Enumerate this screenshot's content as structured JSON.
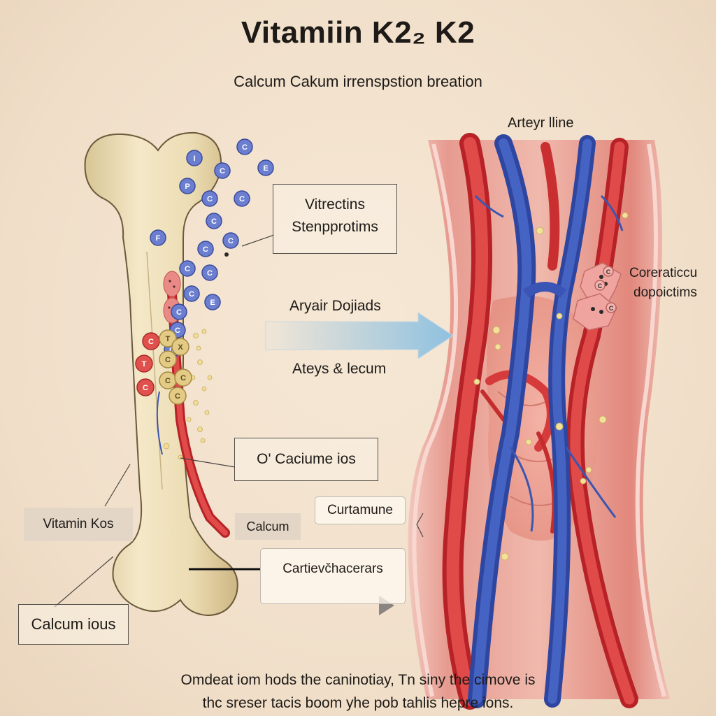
{
  "title": "Vitamiin K2₂ K2",
  "subtitle": "Calcum Cakum irrenspstion breation",
  "labels": {
    "artery_line": "Arteyr lline",
    "vitrectins": "Vitrectins",
    "stenpprotims": "Stenpprotims",
    "aryair_dojiads": "Aryair Dojiads",
    "ateys_lecum": "Ateys & lecum",
    "coreraticcu": "Coreraticcu",
    "dopoictims": "dopoictims",
    "caciume_ios": "O' Caciume ios",
    "curtamune": "Curtamune",
    "vitamin_kos": "Vitamin Kos",
    "calcum": "Calcum",
    "cartievchacerars": "Cartievčhacerars",
    "calcum_ious": "Calcum ious"
  },
  "caption": {
    "line1": "Omdeat iom hods the caninotiay, Tn siny the cimove is",
    "line2": "thc sreser tacis boom yhe pob tahlis hepre ions."
  },
  "ions": {
    "blue": [
      "I",
      "C",
      "E",
      "C",
      "P",
      "C",
      "C",
      "C",
      "C",
      "F",
      "C",
      "C",
      "C",
      "C",
      "C",
      "E",
      "C",
      "C"
    ],
    "red": [
      "C",
      "T",
      "C"
    ],
    "gold": [
      "T",
      "C",
      "C",
      "C",
      "C",
      "X"
    ],
    "deposit": [
      "C",
      "C",
      "C"
    ]
  },
  "colors": {
    "background": "#f0dec8",
    "bone": "#ecdcb8",
    "artery_red": "#d6383a",
    "vein_blue": "#3c56b0",
    "ion_blue": "#6b7ed0",
    "ion_gold": "#e0c77f",
    "arrow_blue": "#9cc7e3"
  }
}
